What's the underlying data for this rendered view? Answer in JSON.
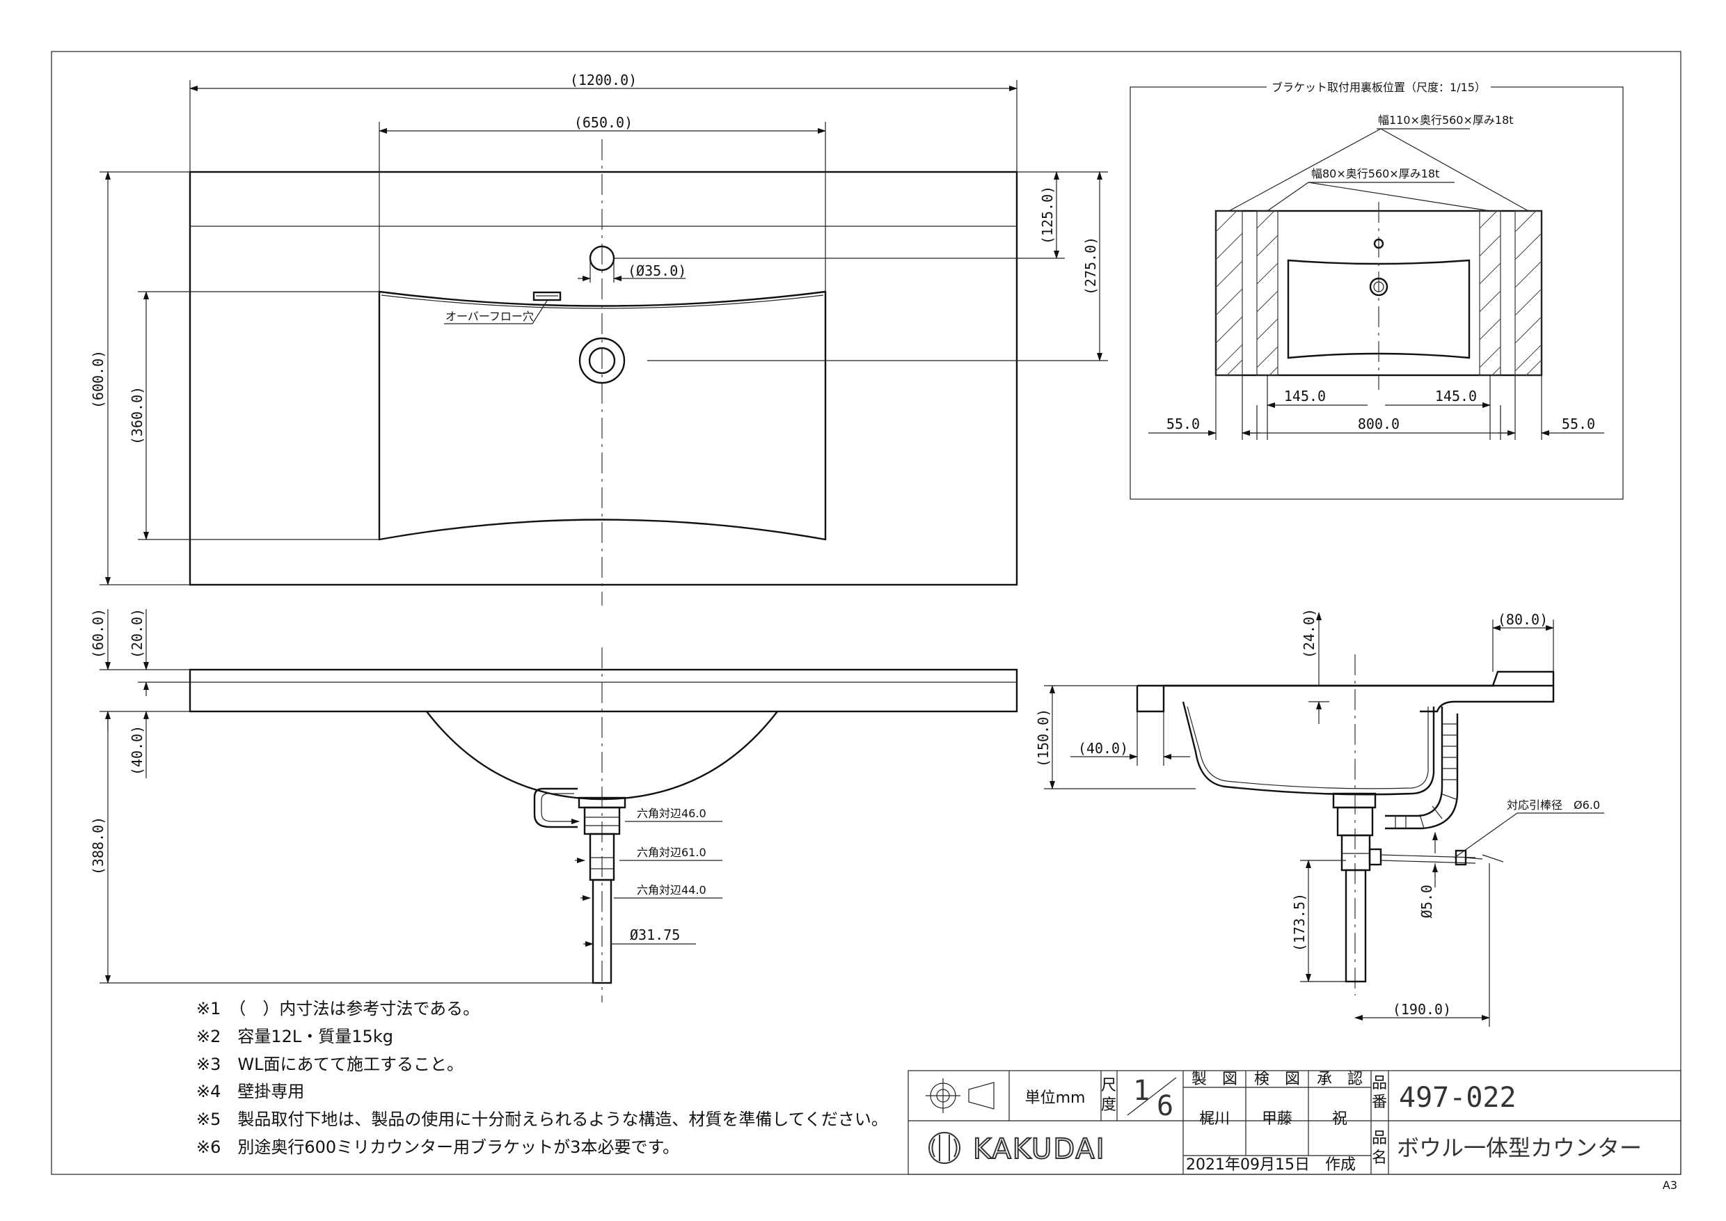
{
  "plan": {
    "dim_width": "(1200.0)",
    "dim_bowl_width": "(650.0)",
    "dim_depth": "(600.0)",
    "dim_bowl_depth": "(360.0)",
    "dim_faucet_offset": "(125.0)",
    "dim_drain_offset": "(275.0)",
    "dim_faucet_hole": "(Ø35.0)",
    "overflow_label": "オーバーフロー穴"
  },
  "front": {
    "dim_total_height": "(60.0)",
    "dim_top_thickness": "(20.0)",
    "dim_bowl_depth": "(40.0)",
    "dim_drain_height": "(388.0)",
    "hex_1": "六角対辺46.0",
    "hex_2": "六角対辺61.0",
    "hex_3": "六角対辺44.0",
    "pipe_dia": "Ø31.75"
  },
  "side": {
    "dim_rear": "(80.0)",
    "dim_top": "(24.0)",
    "dim_height": "(150.0)",
    "dim_edge": "(40.0)",
    "rod_label": "対応引棒径　Ø6.0",
    "dim_rod": "Ø5.0",
    "dim_pipe_height": "(173.5)",
    "dim_pipe_offset": "(190.0)"
  },
  "inset": {
    "title": "ブラケット取付用裏板位置（尺度：1/15）",
    "board_outer": "幅110×奥行560×厚み18t",
    "board_inner": "幅80×奥行560×厚み18t",
    "dim_left_outer": "55.0",
    "dim_left_inner": "145.0",
    "dim_center": "800.0",
    "dim_right_inner": "145.0",
    "dim_right_outer": "55.0"
  },
  "notes": [
    "※1　（　）内寸法は参考寸法である。",
    "※2　容量12L・質量15kg",
    "※3　WL面にあてて施工すること。",
    "※4　壁掛専用",
    "※5　製品取付下地は、製品の使用に十分耐えられるような構造、材質を準備してください。",
    "※6　別途奥行600ミリカウンター用ブラケットが3本必要です。"
  ],
  "title_block": {
    "unit": "単位mm",
    "scale_label_1": "尺",
    "scale_label_2": "度",
    "scale_num": "1",
    "scale_den": "6",
    "col_drawn": "製　図",
    "col_checked": "検　図",
    "col_approved": "承　認",
    "name_drawn": "梶川",
    "name_checked": "甲藤",
    "name_approved": "祝",
    "date": "2021年09月15日　作成",
    "product_no_label_1": "品",
    "product_no_label_2": "番",
    "product_no": "497-022",
    "product_name_label_1": "品",
    "product_name_label_2": "名",
    "product_name": "ボウル一体型カウンター",
    "company": "KAKUDAI"
  },
  "sheet_size": "A3"
}
